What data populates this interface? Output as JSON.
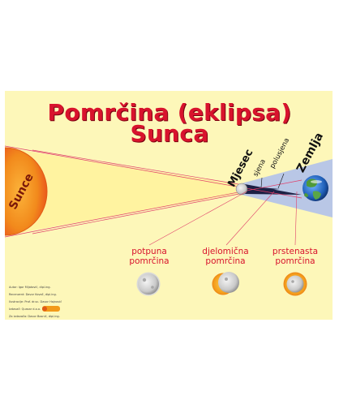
{
  "title": {
    "line1": "Pomrčina (eklipsa)",
    "line2": "Sunca"
  },
  "labels": {
    "sun": "Sunce",
    "moon": "Mjesec",
    "earth": "Zemlja",
    "shadow": "sjena",
    "penumbra": "polusjena"
  },
  "eclipse_types": [
    {
      "line1": "potpuna",
      "line2": "pomrčina",
      "kind": "total"
    },
    {
      "line1": "djelomična",
      "line2": "pomrčina",
      "kind": "partial"
    },
    {
      "line1": "prstenasta",
      "line2": "pomrčina",
      "kind": "annular"
    }
  ],
  "colors": {
    "background": "#fdf7b9",
    "title": "#d8132d",
    "sun_core": "#f28a1c",
    "sun_edge": "#e94e1b",
    "sunlight": "#fff3a0",
    "penumbra_cone": "#b9c7e6",
    "umbra": "#1c2145",
    "ray_lines": "#e0406a"
  },
  "icons": {
    "sun": "sun-icon",
    "moon": "moon-icon",
    "earth": "earth-icon",
    "publisher_logo": "publisher-logo"
  },
  "credits": [
    "Autor: Igor Mijatović, dipl.ing.",
    "Recenzent: Davor Kovač, dipl.ing.",
    "Ilustracije: Prof. dr.sc. Davor Hajnović",
    "Izdavač: Quasar d.o.o.",
    "Za izdavača: Davor Bosnić, dipl.ing."
  ]
}
